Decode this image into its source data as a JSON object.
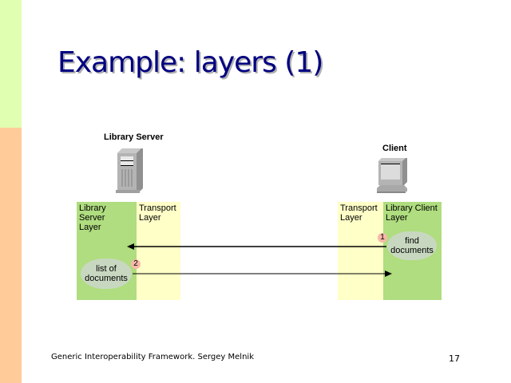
{
  "slide": {
    "title": "Example: layers (1)",
    "footer_text": "Generic Interoperability Framework. Sergey Melnik",
    "page_number": "17"
  },
  "server": {
    "label": "Library Server",
    "icon": "server-tower-icon",
    "layers": [
      {
        "line1": "Library Server",
        "line2": "Layer"
      },
      {
        "line1": "Transport",
        "line2": "Layer"
      }
    ],
    "blob": {
      "line1": "list of",
      "line2": "documents"
    },
    "step": "2"
  },
  "client": {
    "label": "Client",
    "icon": "desktop-computer-icon",
    "layers": [
      {
        "line1": "Transport",
        "line2": "Layer"
      },
      {
        "line1": "Library Client",
        "line2": "Layer"
      }
    ],
    "blob": {
      "line1": "find",
      "line2": "documents"
    },
    "step": "1"
  },
  "colors": {
    "title": "#000080",
    "layer_green": "#afdd7f",
    "layer_yellow": "#ffffc8",
    "blob": "#c8d8c0",
    "step_badge": "#f8b8a8",
    "sidebar_top": "#e0ffb0",
    "sidebar_bottom": "#ffcc99"
  }
}
